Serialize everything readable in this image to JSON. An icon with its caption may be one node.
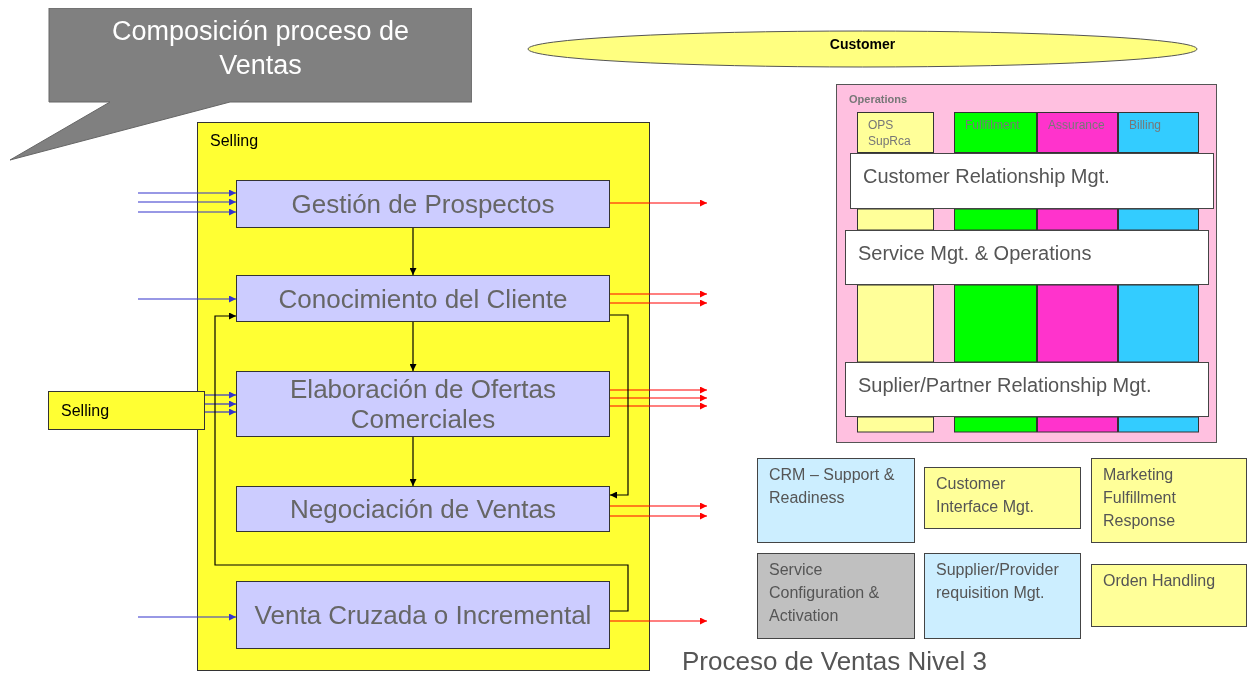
{
  "diagram": {
    "caption": "Proceso de Ventas Nivel 3",
    "nodes": [
      {
        "text": [
          "Composición proceso de Ventas"
        ]
      },
      {
        "text": [
          "Selling"
        ]
      },
      {
        "text": [
          "Gestión de Prospectos"
        ],
        "in": 1
      },
      {
        "text": [
          "Conocimiento del Cliente"
        ],
        "in": 1
      },
      {
        "text": [
          "Elaboración de Ofertas Comerciales"
        ],
        "in": 1
      },
      {
        "text": [
          "Negociación de Ventas"
        ],
        "in": 1
      },
      {
        "text": [
          "Venta Cruzada o Incremental"
        ],
        "in": 1
      },
      {
        "text": [
          "Selling"
        ]
      },
      {
        "text": [
          "Customer"
        ]
      },
      {
        "text": [
          "Operations"
        ]
      },
      {
        "text": [
          "OPS SupRca"
        ],
        "in": 9
      },
      {
        "text": [
          "Fullfilment"
        ],
        "in": 9
      },
      {
        "text": [
          "Assurance"
        ],
        "in": 9
      },
      {
        "text": [
          "Billing"
        ],
        "in": 9
      },
      {
        "text": [
          "Customer Relationship Mgt."
        ],
        "in": 9
      },
      {
        "text": [
          "Service Mgt. & Operations"
        ],
        "in": 9
      },
      {
        "text": [
          "Suplier/Partner Relationship Mgt."
        ],
        "in": 9
      },
      {
        "text": [
          "CRM – Support & Readiness"
        ]
      },
      {
        "text": [
          "Customer Interface Mgt."
        ]
      },
      {
        "text": [
          "Marketing Fulfillment Response"
        ]
      },
      {
        "text": [
          "Service Configuration & Activation"
        ]
      },
      {
        "text": [
          "Supplier/Provider requisition Mgt."
        ]
      },
      {
        "text": [
          "Orden Handling"
        ]
      }
    ],
    "edges": [
      {
        "from": null,
        "to": 2,
        "arrow": "to",
        "color": "#3333cc"
      },
      {
        "from": null,
        "to": 2,
        "arrow": "to",
        "color": "#3333cc"
      },
      {
        "from": null,
        "to": 2,
        "arrow": "to",
        "color": "#3333cc"
      },
      {
        "from": null,
        "to": 3,
        "arrow": "to",
        "color": "#3333cc"
      },
      {
        "from": 7,
        "to": 4,
        "arrow": "to",
        "color": "#3333cc"
      },
      {
        "from": 7,
        "to": 4,
        "arrow": "to",
        "color": "#3333cc"
      },
      {
        "from": 7,
        "to": 4,
        "arrow": "to",
        "color": "#3333cc"
      },
      {
        "from": null,
        "to": 6,
        "arrow": "to",
        "color": "#3333cc"
      },
      {
        "from": 2,
        "to": null,
        "arrow": "to",
        "color": "#ff0000"
      },
      {
        "from": 3,
        "to": null,
        "arrow": "to",
        "color": "#ff0000"
      },
      {
        "from": 3,
        "to": null,
        "arrow": "to",
        "color": "#ff0000"
      },
      {
        "from": 4,
        "to": null,
        "arrow": "to",
        "color": "#ff0000"
      },
      {
        "from": 4,
        "to": null,
        "arrow": "to",
        "color": "#ff0000"
      },
      {
        "from": 4,
        "to": null,
        "arrow": "to",
        "color": "#ff0000"
      },
      {
        "from": 5,
        "to": null,
        "arrow": "to",
        "color": "#ff0000"
      },
      {
        "from": 5,
        "to": null,
        "arrow": "to",
        "color": "#ff0000"
      },
      {
        "from": 6,
        "to": null,
        "arrow": "to",
        "color": "#ff0000"
      },
      {
        "from": 2,
        "to": 3,
        "arrow": "to",
        "color": "#000000"
      },
      {
        "from": 3,
        "to": 4,
        "arrow": "to",
        "color": "#000000"
      },
      {
        "from": 4,
        "to": 5,
        "arrow": "to",
        "color": "#000000"
      },
      {
        "from": 3,
        "to": 5,
        "arrow": "to",
        "color": "#000000"
      },
      {
        "from": 6,
        "to": 3,
        "arrow": "to",
        "color": "#000000"
      }
    ]
  }
}
